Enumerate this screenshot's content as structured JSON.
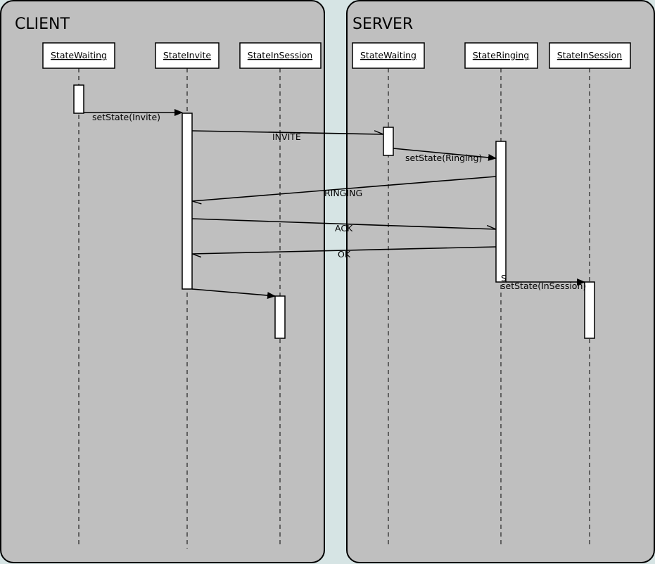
{
  "client": {
    "title": "CLIENT",
    "objects": [
      "StateWaiting",
      "StateInvite",
      "StateInSession"
    ]
  },
  "server": {
    "title": "SERVER",
    "objects": [
      "StateWaiting",
      "StateRinging",
      "StateInSession"
    ]
  },
  "messages": {
    "set_invite": "setState(Invite)",
    "invite": "INVITE",
    "set_ringing": "setState(Ringing)",
    "ringing": "RINGING",
    "ack": "ACK",
    "ok": "OK",
    "stray_s": "S",
    "set_insession": "setState(InSession)"
  }
}
